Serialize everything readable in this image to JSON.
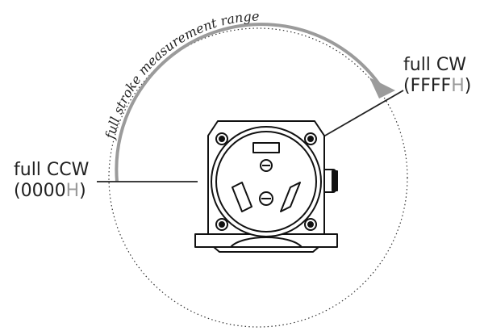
{
  "diagram": {
    "arc_label": "full stroke measurement range",
    "ccw": {
      "name": "full CCW",
      "value": "0000",
      "suffix": "H"
    },
    "cw": {
      "name": "full CW",
      "value": "FFFF",
      "suffix": "H"
    }
  },
  "colors": {
    "arc": "#9b9b9b",
    "line": "#222222",
    "suffix": "#9a9a9a",
    "device": "#111111"
  },
  "icons": {
    "device": "rotary-encoder-device-icon"
  }
}
